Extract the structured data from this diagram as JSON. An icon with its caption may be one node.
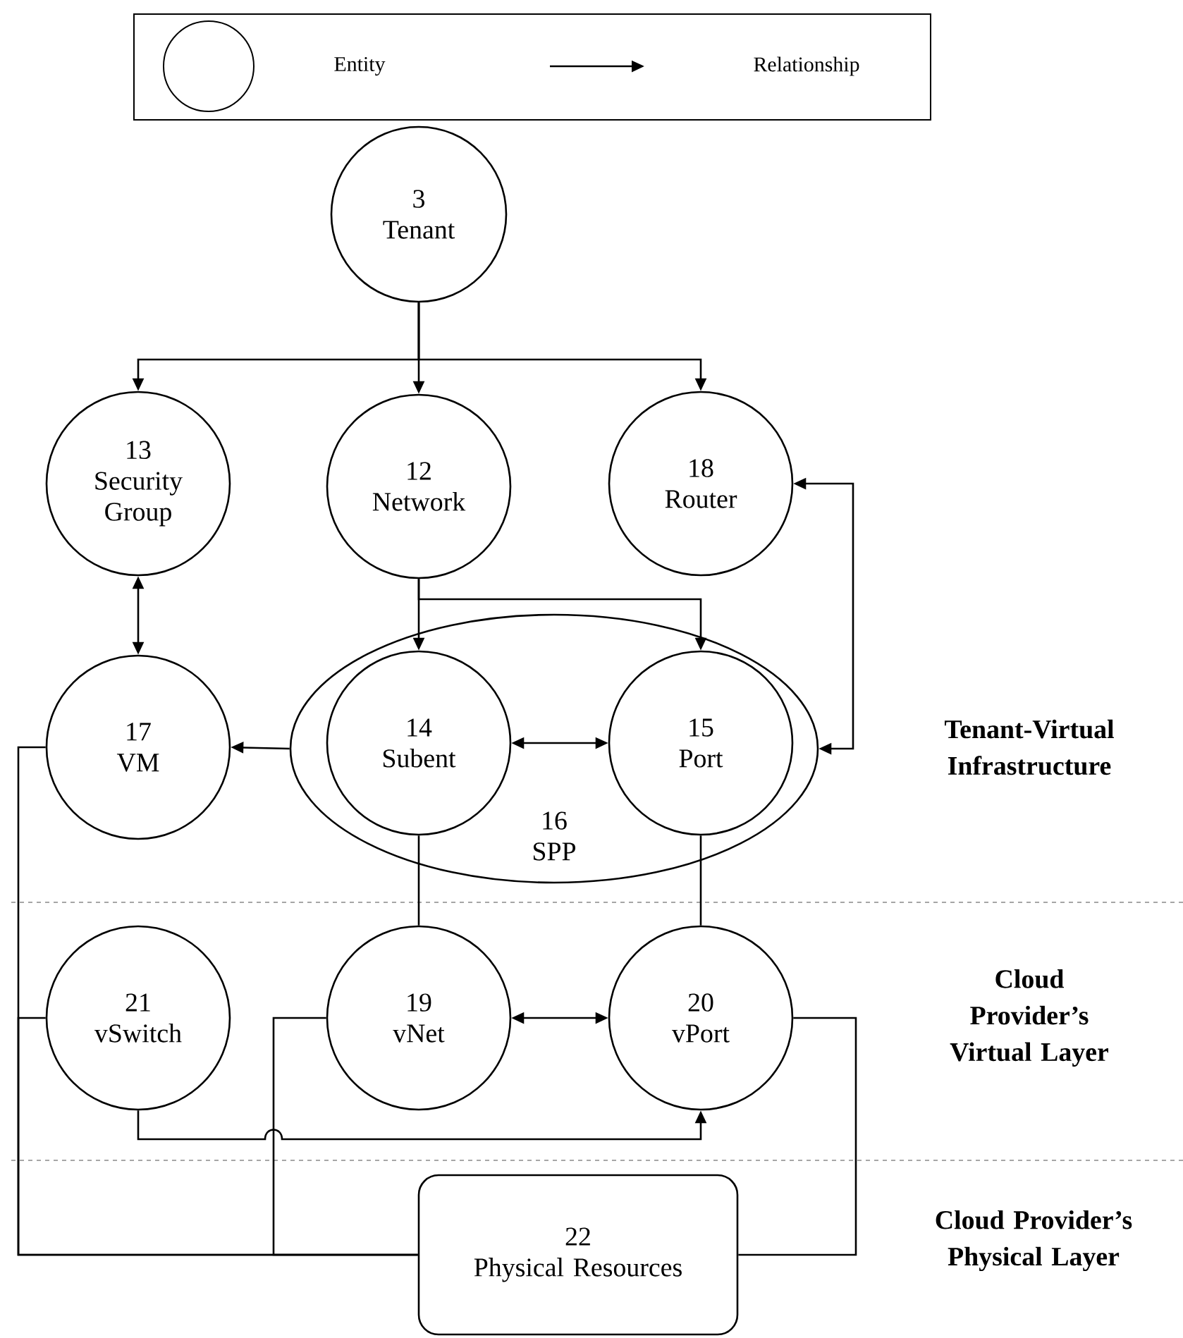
{
  "diagram": {
    "nodes": [
      {
        "text": [
          "3",
          "Tenant"
        ]
      },
      {
        "text": [
          "13",
          "Security Group"
        ]
      },
      {
        "text": [
          "12",
          "Network"
        ]
      },
      {
        "text": [
          "18",
          "Router"
        ]
      },
      {
        "text": [
          "16",
          "SPP"
        ]
      },
      {
        "text": [
          "14",
          "Subent"
        ],
        "in": 4
      },
      {
        "text": [
          "15",
          "Port"
        ],
        "in": 4
      },
      {
        "text": [
          "17",
          "VM"
        ]
      },
      {
        "text": [
          "21",
          "vSwitch"
        ]
      },
      {
        "text": [
          "19",
          "vNet"
        ]
      },
      {
        "text": [
          "20",
          "vPort"
        ]
      },
      {
        "text": [
          "22",
          "Physical Resources"
        ]
      }
    ],
    "edges": [
      {
        "from": 0,
        "to": 1,
        "arrow": "to"
      },
      {
        "from": 0,
        "to": 2,
        "arrow": "to"
      },
      {
        "from": 0,
        "to": 3,
        "arrow": "to"
      },
      {
        "from": 2,
        "to": 5,
        "arrow": "to"
      },
      {
        "from": 2,
        "to": 6,
        "arrow": "to"
      },
      {
        "from": 1,
        "to": 7,
        "arrow": "both"
      },
      {
        "from": 5,
        "to": 6,
        "arrow": "both"
      },
      {
        "from": 3,
        "to": 4,
        "arrow": "both"
      },
      {
        "from": 4,
        "to": 7,
        "arrow": "to"
      },
      {
        "from": 5,
        "to": 9,
        "arrow": "none"
      },
      {
        "from": 6,
        "to": 10,
        "arrow": "none"
      },
      {
        "from": 9,
        "to": 10,
        "arrow": "both"
      },
      {
        "from": 8,
        "to": 10,
        "arrow": "to"
      },
      {
        "from": 7,
        "to": 11,
        "arrow": "none"
      },
      {
        "from": 8,
        "to": 11,
        "arrow": "none"
      },
      {
        "from": 9,
        "to": 11,
        "arrow": "none"
      },
      {
        "from": 10,
        "to": 11,
        "arrow": "none"
      }
    ],
    "labels": [
      "Tenant-Virtual Infrastructure",
      "Cloud Provider’s Virtual Layer",
      "Cloud Provider’s Physical Layer"
    ],
    "legend": [
      {
        "text": "Entity"
      },
      {
        "text": "Relationship"
      }
    ]
  }
}
